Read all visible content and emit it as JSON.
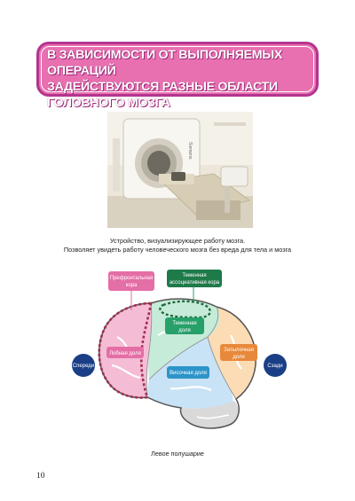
{
  "header": {
    "title": "В ЗАВИСИМОСТИ ОТ ВЫПОЛНЯЕМЫХ ОПЕРАЦИЙ\nЗАДЕЙСТВУЮТСЯ РАЗНЫЕ ОБЛАСТИ\nГОЛОВНОГО МОЗГА"
  },
  "photo": {
    "machine_brand": "Siemens"
  },
  "captions": {
    "line1": "Устройство, визуализирующее работу мозга.",
    "line2": "Позволяет увидеть работу человеческого мозга без вреда для тела и мозга"
  },
  "diagram": {
    "prefrontal": [
      "Префронтальная",
      "кора"
    ],
    "parietal_assoc": [
      "Теменная",
      "ассоциативная кора"
    ],
    "parietal_lobe": [
      "Теменная",
      "доля"
    ],
    "frontal_lobe": "Лобная доля",
    "occipital_lobe": [
      "Затылочная",
      "доля"
    ],
    "temporal_lobe": "Височная доля",
    "front": "Спереди",
    "back": "Сзади",
    "hemisphere": "Левое полушарие"
  },
  "colors": {
    "title_fill": "#e870b0",
    "title_border": "#b3358f",
    "frontal": "#f5bcd6",
    "parietal": "#c7ebd9",
    "temporal": "#c8e3f6",
    "occipital": "#fbdcb4",
    "cerebellum": "#d9d9d9",
    "prefrontal_marker": "#a1304f",
    "green_label": "#27a06a",
    "blue_label": "#2d94c9",
    "orange_label": "#e8883a",
    "pink_label": "#e46ea6",
    "navy_circle": "#1a3f86"
  },
  "page": {
    "number": "10"
  }
}
